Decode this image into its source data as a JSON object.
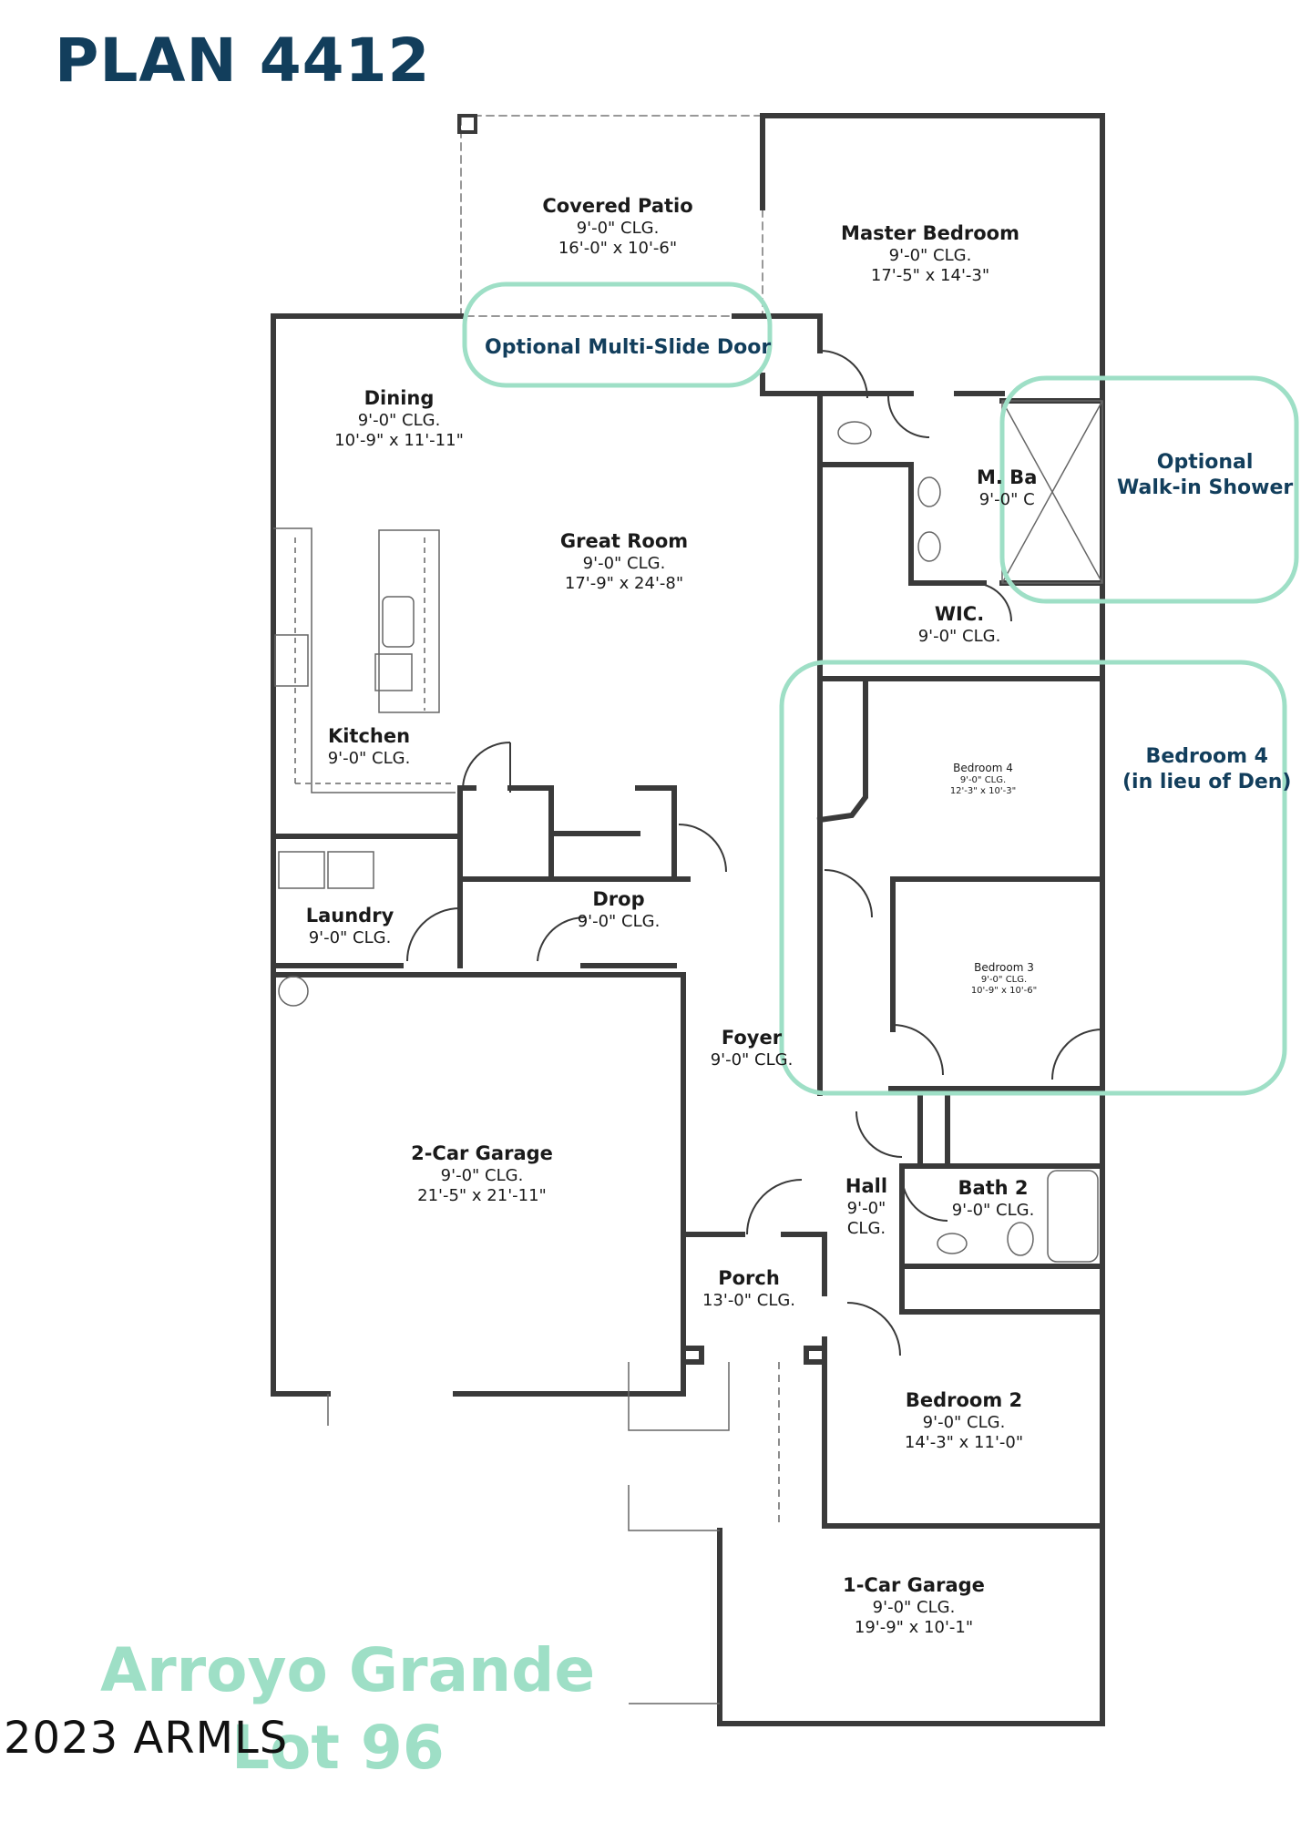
{
  "title": "PLAN 4412",
  "rooms": {
    "covered_patio": {
      "name": "Covered Patio",
      "ceiling": "9'-0\" CLG.",
      "size": "16'-0\" x 10'-6\""
    },
    "master_bedroom": {
      "name": "Master Bedroom",
      "ceiling": "9'-0\" CLG.",
      "size": "17'-5\" x 14'-3\""
    },
    "dining": {
      "name": "Dining",
      "ceiling": "9'-0\" CLG.",
      "size": "10'-9\" x 11'-11\""
    },
    "great_room": {
      "name": "Great Room",
      "ceiling": "9'-0\" CLG.",
      "size": "17'-9\" x 24'-8\""
    },
    "master_bath": {
      "name": "M. Ba",
      "ceiling": "9'-0\" C"
    },
    "wic": {
      "name": "WIC.",
      "ceiling": "9'-0\" CLG."
    },
    "kitchen": {
      "name": "Kitchen",
      "ceiling": "9'-0\" CLG."
    },
    "bedroom_4": {
      "name": "Bedroom 4",
      "ceiling": "9'-0\" CLG.",
      "size": "12'-3\" x 10'-3\""
    },
    "laundry": {
      "name": "Laundry",
      "ceiling": "9'-0\" CLG."
    },
    "drop": {
      "name": "Drop",
      "ceiling": "9'-0\" CLG."
    },
    "bedroom_3": {
      "name": "Bedroom 3",
      "ceiling": "9'-0\" CLG.",
      "size": "10'-9\" x 10'-6\""
    },
    "foyer": {
      "name": "Foyer",
      "ceiling": "9'-0\" CLG."
    },
    "two_car_garage": {
      "name": "2-Car Garage",
      "ceiling": "9'-0\" CLG.",
      "size": "21'-5\" x 21'-11\""
    },
    "hall": {
      "name": "Hall",
      "ceiling": "9'-0\"",
      "ceiling2": "CLG."
    },
    "bath_2": {
      "name": "Bath 2",
      "ceiling": "9'-0\" CLG."
    },
    "porch": {
      "name": "Porch",
      "ceiling": "13'-0\" CLG."
    },
    "bedroom_2": {
      "name": "Bedroom 2",
      "ceiling": "9'-0\" CLG.",
      "size": "14'-3\" x 11'-0\""
    },
    "one_car_garage": {
      "name": "1-Car Garage",
      "ceiling": "9'-0\" CLG.",
      "size": "19'-9\" x 10'-1\""
    }
  },
  "options": {
    "multi_slide_door": "Optional  Multi-Slide Door",
    "walk_in_shower_1": "Optional",
    "walk_in_shower_2": "Walk-in Shower",
    "bedroom4_1": "Bedroom 4",
    "bedroom4_2": "(in lieu of Den)"
  },
  "watermark": {
    "line1": "Arroyo Grande",
    "line2": "Lot 96"
  },
  "copyright": "2023 ARMLS",
  "colors": {
    "wall": "#3a3a3a",
    "highlight": "#9edfc6",
    "title": "#123e5c",
    "watermark": "#9edfc6"
  }
}
